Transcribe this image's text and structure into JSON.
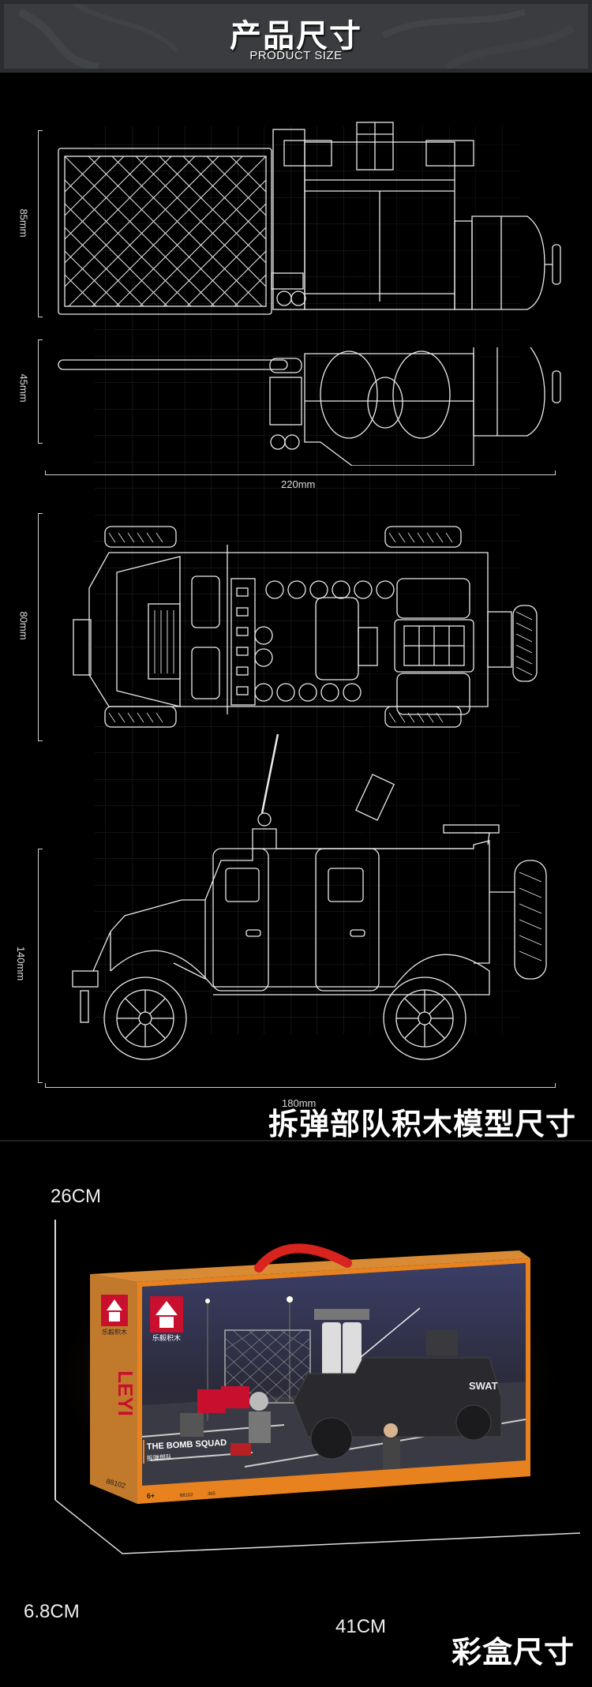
{
  "header": {
    "title_cn": "产品尺寸",
    "title_en": "PRODUCT SIZE"
  },
  "blueprint": {
    "top_view_height": "85mm",
    "front_view_height": "45mm",
    "top_width": "220mm",
    "plan_view_height": "80mm",
    "side_view_height": "140mm",
    "side_width": "180mm"
  },
  "model_size_title": "拆弹部队积木模型尺寸",
  "box": {
    "height": "26CM",
    "depth": "6.8CM",
    "width": "41CM",
    "brand_cn": "乐毅积木",
    "brand_en": "LEYI",
    "set_number": "88102",
    "product_name_en": "THE BOMB SQUAD",
    "product_name_cn": "拆弹部队",
    "age": "6+",
    "pieces": "365",
    "vehicle_label": "SWAT",
    "colors": {
      "box_orange": "#e8821e",
      "handle_red": "#d8231f",
      "logo_red": "#c8102e"
    }
  },
  "box_size_title": "彩盒尺寸"
}
